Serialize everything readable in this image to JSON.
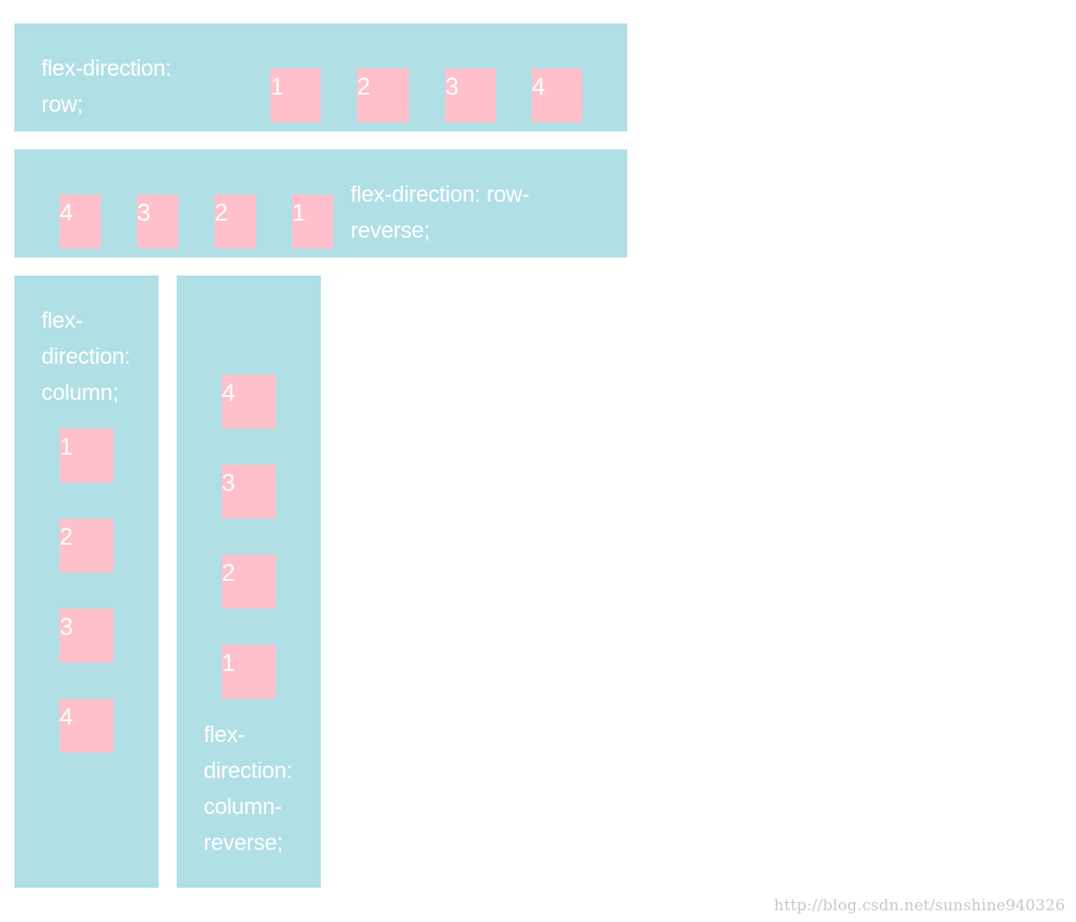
{
  "colors": {
    "panel": "#b0dfe5",
    "item": "#ffc0cb",
    "text": "#ffffff",
    "watermark": "#c8c8c8"
  },
  "row": {
    "label_line1": "flex-direction:",
    "label_line2": "row;",
    "items": [
      "1",
      "2",
      "3",
      "4"
    ]
  },
  "row_reverse": {
    "label_line1": "flex-direction: row-",
    "label_line2": "reverse;",
    "items": [
      "4",
      "3",
      "2",
      "1"
    ]
  },
  "column": {
    "label_line1": "flex-",
    "label_line2": "direction:",
    "label_line3": "column;",
    "items": [
      "1",
      "2",
      "3",
      "4"
    ]
  },
  "column_reverse": {
    "label_line1": "flex-",
    "label_line2": "direction:",
    "label_line3": "column-",
    "label_line4": "reverse;",
    "items": [
      "4",
      "3",
      "2",
      "1"
    ]
  },
  "watermark": "http://blog.csdn.net/sunshine940326"
}
